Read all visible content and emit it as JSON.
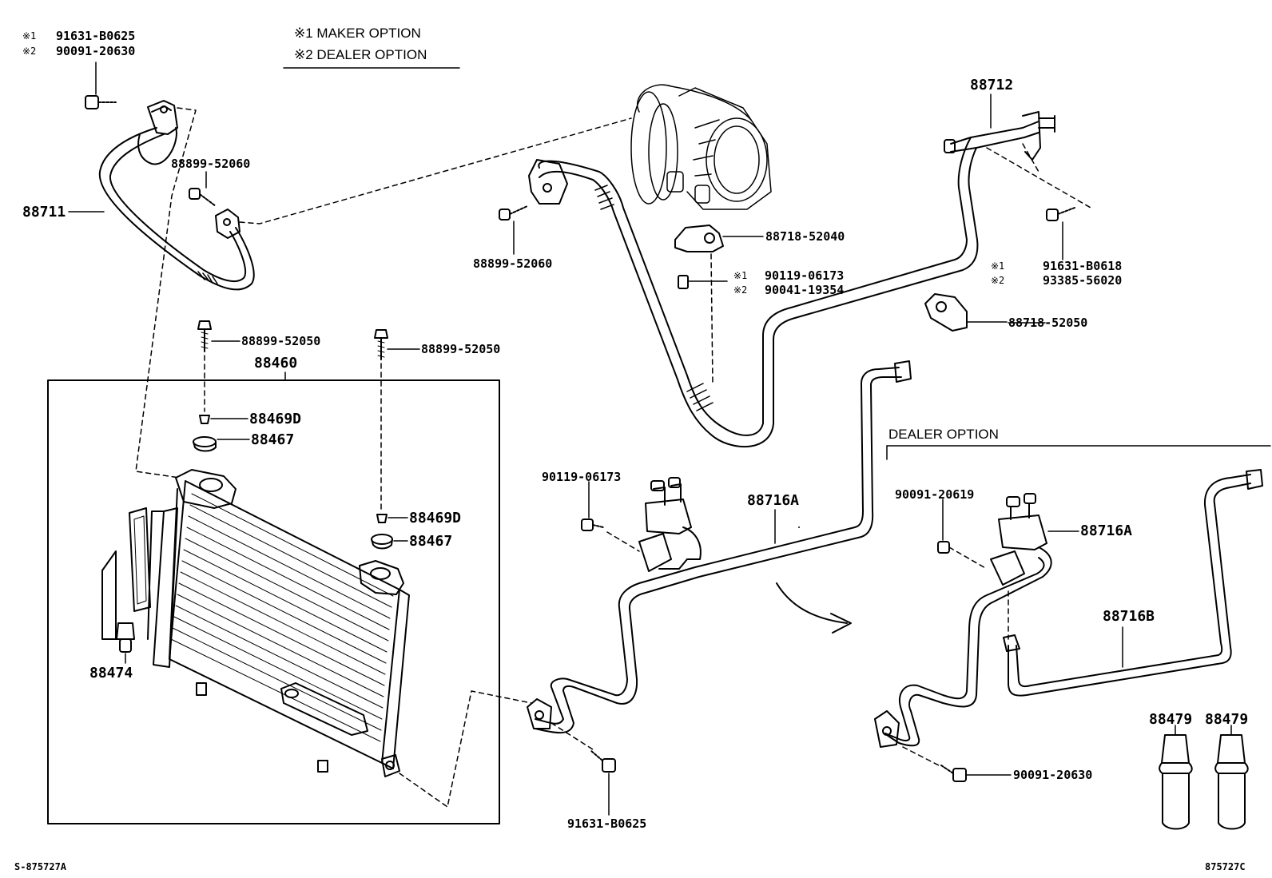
{
  "legend": {
    "opt1_mark": "※1",
    "opt1_part": "91631-B0625",
    "opt2_mark": "※2",
    "opt2_part": "90091-20630",
    "maker_option": "※1 MAKER OPTION",
    "dealer_option": "※2 DEALER OPTION"
  },
  "section_dealer_option": "DEALER OPTION",
  "parts": {
    "p88711": "88711",
    "p88899_52060_a": "88899-52060",
    "p88899_52060_b": "88899-52060",
    "p88712": "88712",
    "p88718_52040": "88718-52040",
    "p90119_06173_mark": "※1",
    "p90119_06173": "90119-06173",
    "p90041_19354_mark": "※2",
    "p90041_19354": "90041-19354",
    "p91631_B0618_mark": "※1",
    "p91631_B0618": "91631-B0618",
    "p93385_56020_mark": "※2",
    "p93385_56020": "93385-56020",
    "p88718_52050": "88718-52050",
    "p88899_52050_a": "88899-52050",
    "p88899_52050_b": "88899-52050",
    "p88460": "88460",
    "p88469D_a": "88469D",
    "p88467_a": "88467",
    "p88469D_b": "88469D",
    "p88467_b": "88467",
    "p88474": "88474",
    "p90119_06173_b": "90119-06173",
    "p88716A_a": "88716A",
    "p90091_20619": "90091-20619",
    "p88716A_b": "88716A",
    "p88716B": "88716B",
    "p91631_B0625": "91631-B0625",
    "p90091_20630": "90091-20630",
    "p88479_a": "88479",
    "p88479_b": "88479"
  },
  "footer": {
    "left_code": "S-875727A",
    "right_code": "875727C"
  }
}
